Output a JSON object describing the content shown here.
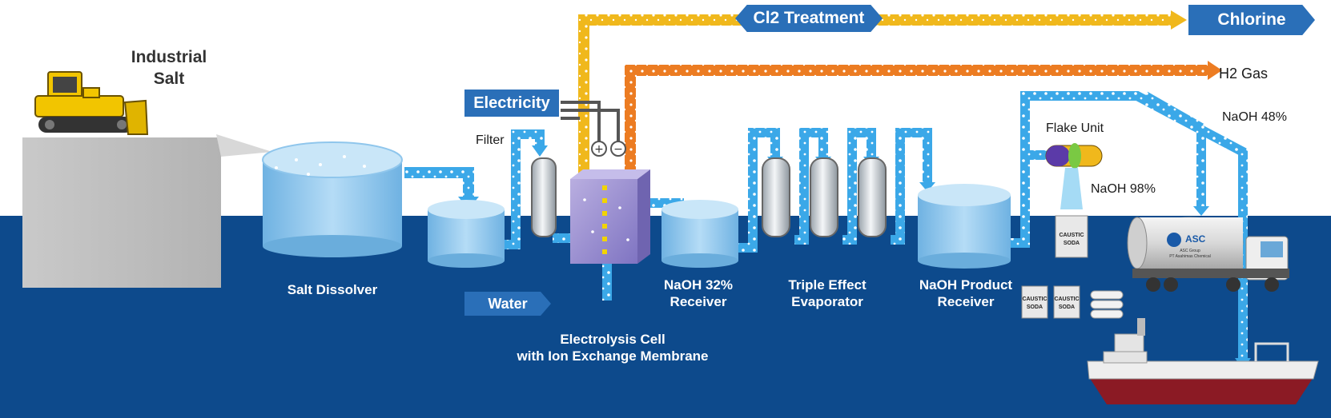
{
  "labels": {
    "industrial_salt": "Industrial Salt",
    "salt_dissolver": "Salt Dissolver",
    "filter": "Filter",
    "electricity": "Electricity",
    "water": "Water",
    "electrolysis_cell_line1": "Electrolysis Cell",
    "electrolysis_cell_line2": "with Ion Exchange Membrane",
    "naoh32_line1": "NaOH 32%",
    "naoh32_line2": "Receiver",
    "triple_line1": "Triple Effect",
    "triple_line2": "Evaporator",
    "product_line1": "NaOH Product",
    "product_line2": "Receiver",
    "cl2_treatment": "Cl2 Treatment",
    "chlorine": "Chlorine",
    "h2_gas": "H2 Gas",
    "naoh48": "NaOH 48%",
    "flake_unit": "Flake Unit",
    "naoh98": "NaOH 98%"
  },
  "bag_text": {
    "line1": "CAUSTIC",
    "line2": "SODA"
  },
  "truck_text": {
    "logo": "ASC",
    "line1": "ASC Group",
    "line2": "PT Asahimas Chemical"
  },
  "colors": {
    "background_blue": "#0d4a8c",
    "pipe_light_blue": "#3ba8e8",
    "chlorine_pipe": "#f0b81c",
    "h2_pipe": "#ec7c22",
    "tag_blue": "#2a6fb8",
    "tank_blue": "#8fc6ec"
  }
}
